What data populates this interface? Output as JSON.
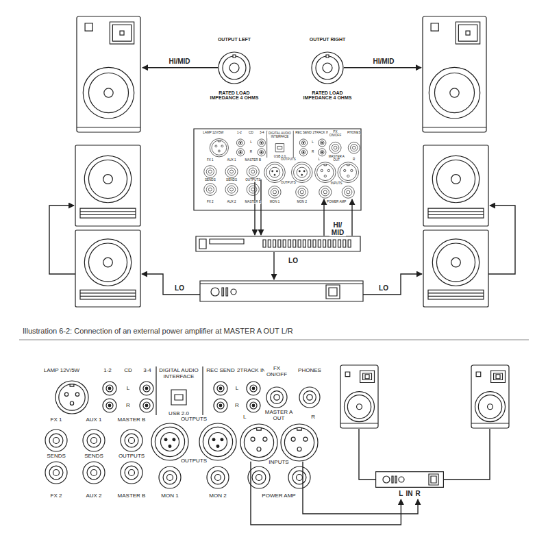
{
  "diagram": {
    "caption": "Illustration 6-2: Connection of an external power amplifier at MASTER A OUT L/R",
    "nodes": [
      {
        "text": [
          "OUTPUT LEFT",
          "RATED LOAD IMPEDANCE 4 OHMS"
        ]
      },
      {
        "text": [
          "OUTPUT RIGHT",
          "RATED LOAD IMPEDANCE 4 OHMS"
        ]
      },
      {
        "text": [
          "L"
        ]
      },
      {
        "text": [
          "R"
        ]
      },
      {
        "text": [
          "L",
          "IN",
          "R"
        ]
      }
    ],
    "edges": [
      {
        "from": 2,
        "to": 4,
        "arrow": "to"
      },
      {
        "from": 3,
        "to": 4,
        "arrow": "to"
      }
    ],
    "labels": [
      "HI/MID",
      "HI/MID",
      "LAMP 12V/5W",
      "1-2",
      "CD",
      "3-4",
      "L",
      "R",
      "DIGITAL AUDIO INTERFACE",
      "USB 2.0",
      "REC SEND",
      "2TRACK IN",
      "L",
      "R",
      "FX ON/OFF",
      "PHONES",
      "FX 1",
      "AUX 1",
      "MASTER B",
      "SENDS",
      "SENDS",
      "OUTPUTS",
      "FX 2",
      "AUX 2",
      "MASTER B",
      "OUTPUTS",
      "L",
      "MASTER A OUT",
      "R",
      "OUTPUTS",
      "INPUTS",
      "MON 1",
      "MON 2",
      "POWER AMP",
      "HI/ MID",
      "LO",
      "LO",
      "LO",
      "LAMP 12V/5W",
      "1-2",
      "CD",
      "3-4",
      "L",
      "R",
      "DIGITAL AUDIO INTERFACE",
      "USB 2.0",
      "REC SEND",
      "2TRACK IN",
      "L",
      "R",
      "FX ON/OFF",
      "PHONES",
      "FX 1",
      "AUX 1",
      "MASTER B",
      "SENDS",
      "SENDS",
      "OUTPUTS",
      "FX 2",
      "AUX 2",
      "MASTER B",
      "OUTPUTS",
      "MASTER A OUT",
      "OUTPUTS",
      "INPUTS",
      "MON 1",
      "MON 2",
      "POWER AMP"
    ]
  }
}
